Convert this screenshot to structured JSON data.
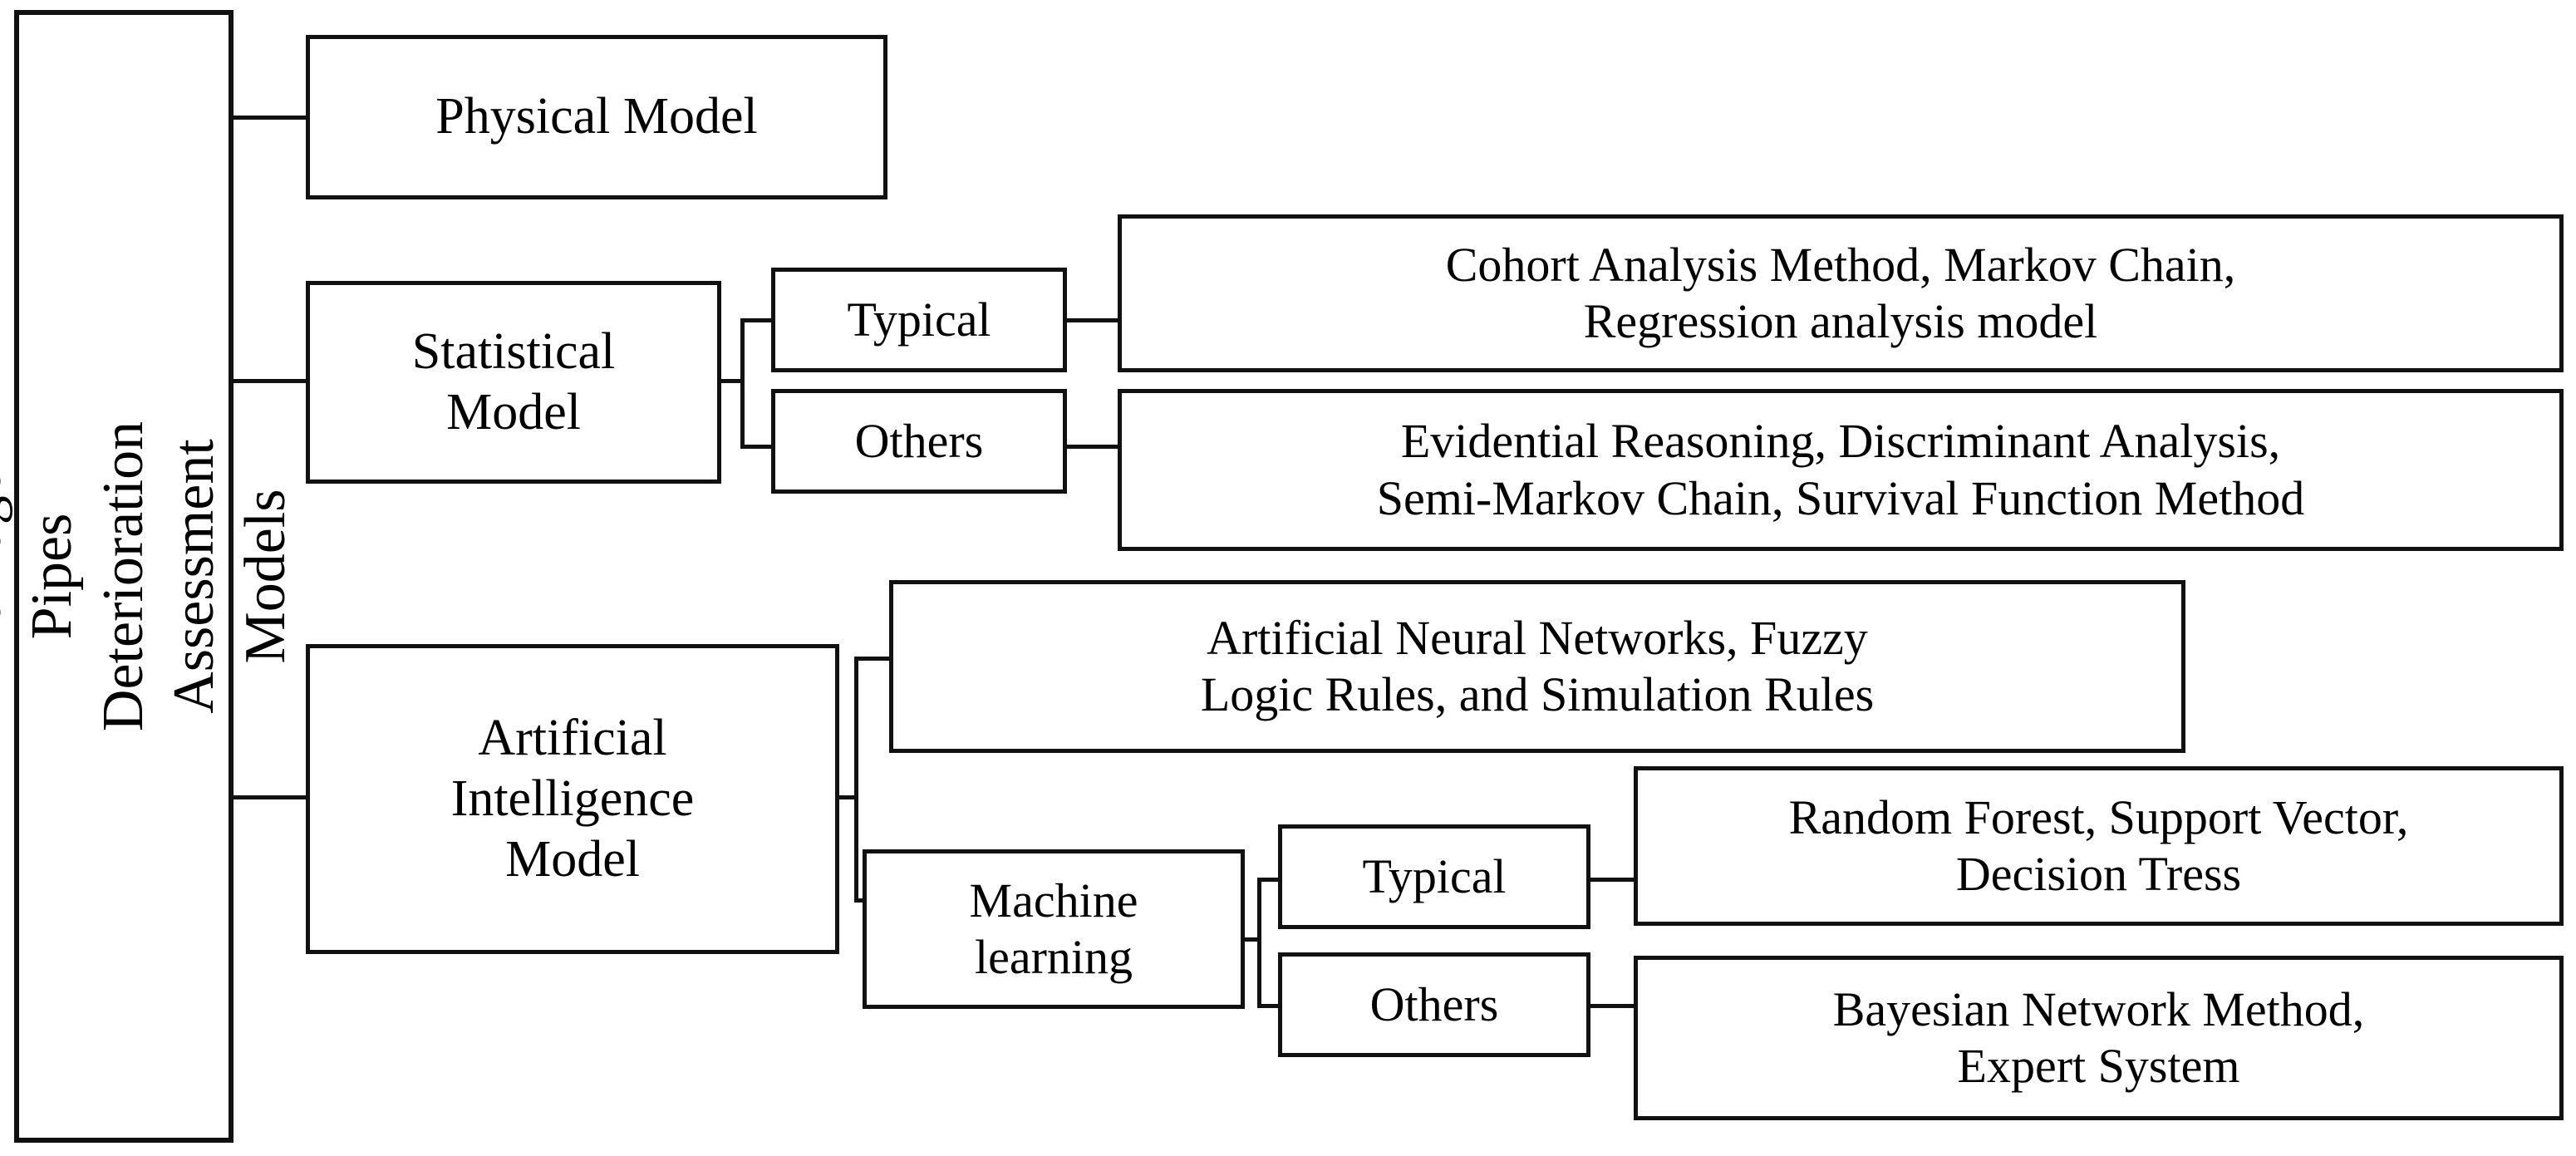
{
  "diagram": {
    "title": "Drainage Pipes Deterioration Assessment Models",
    "root": {
      "label": "Drainage Pipes Deterioration\nAssessment Models"
    },
    "branches": {
      "physical": {
        "label": "Physical Model"
      },
      "statistical": {
        "label": "Statistical\nModel",
        "typical_label": "Typical",
        "others_label": "Others",
        "typical_methods": "Cohort Analysis Method, Markov Chain,\nRegression analysis model",
        "others_methods": "Evidential Reasoning, Discriminant Analysis,\nSemi-Markov Chain, Survival Function Method"
      },
      "ai": {
        "label": "Artificial\nIntelligence\nModel",
        "direct_methods": "Artificial Neural Networks, Fuzzy\nLogic Rules, and Simulation Rules",
        "machine_learning_label": "Machine\nlearning",
        "typical_label": "Typical",
        "others_label": "Others",
        "typical_methods": "Random Forest, Support Vector,\nDecision Tress",
        "others_methods": "Bayesian Network Method,\nExpert System"
      }
    },
    "colors": {
      "stroke": "#111111",
      "fill": "#ffffff",
      "text": "#000000"
    }
  }
}
